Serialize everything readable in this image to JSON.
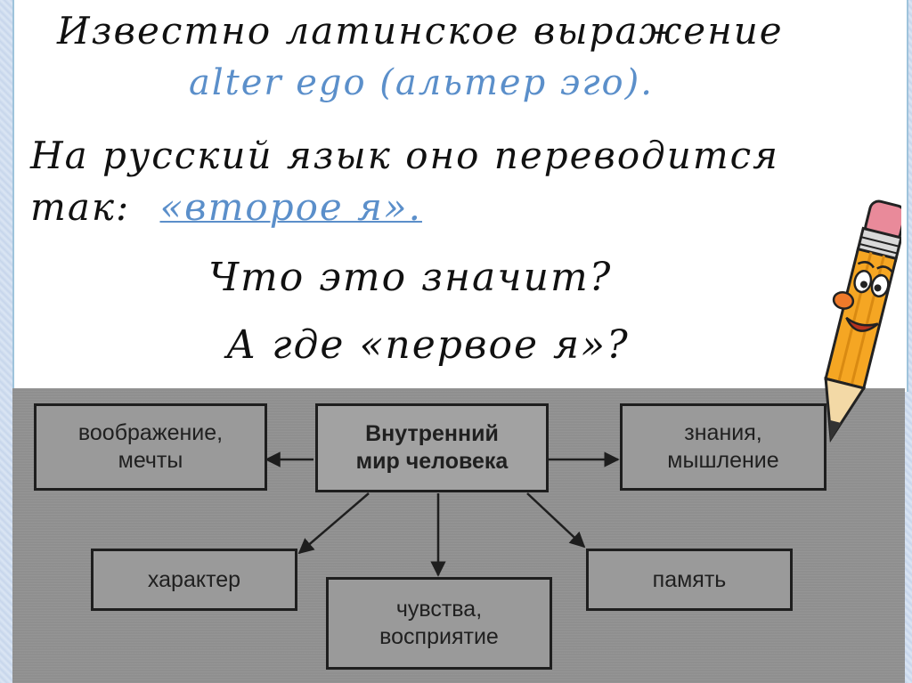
{
  "intro": {
    "line1": "Известно латинское выражение",
    "line2": "alter ego (альтер эго).",
    "line3": "На русский язык оно переводится",
    "line4_prefix": "так:",
    "line4_term": "«второе я».",
    "question1": "Что это значит?",
    "question2": "А где «первое я»?"
  },
  "diagram": {
    "center": [
      "Внутренний",
      "мир человека"
    ],
    "nodes": {
      "imagination": [
        "воображение,",
        "мечты"
      ],
      "knowledge": [
        "знания,",
        "мышление"
      ],
      "character": [
        "характер"
      ],
      "feelings": [
        "чувства,",
        "восприятие"
      ],
      "memory": [
        "память"
      ]
    }
  },
  "mascot": {
    "icon": "pencil-mascot-icon"
  },
  "colors": {
    "accent": "#5b8fca",
    "slide_bg": "#ffffff",
    "diagram_bg": "#8f8f8f",
    "page_bg": "#cfdcee"
  }
}
